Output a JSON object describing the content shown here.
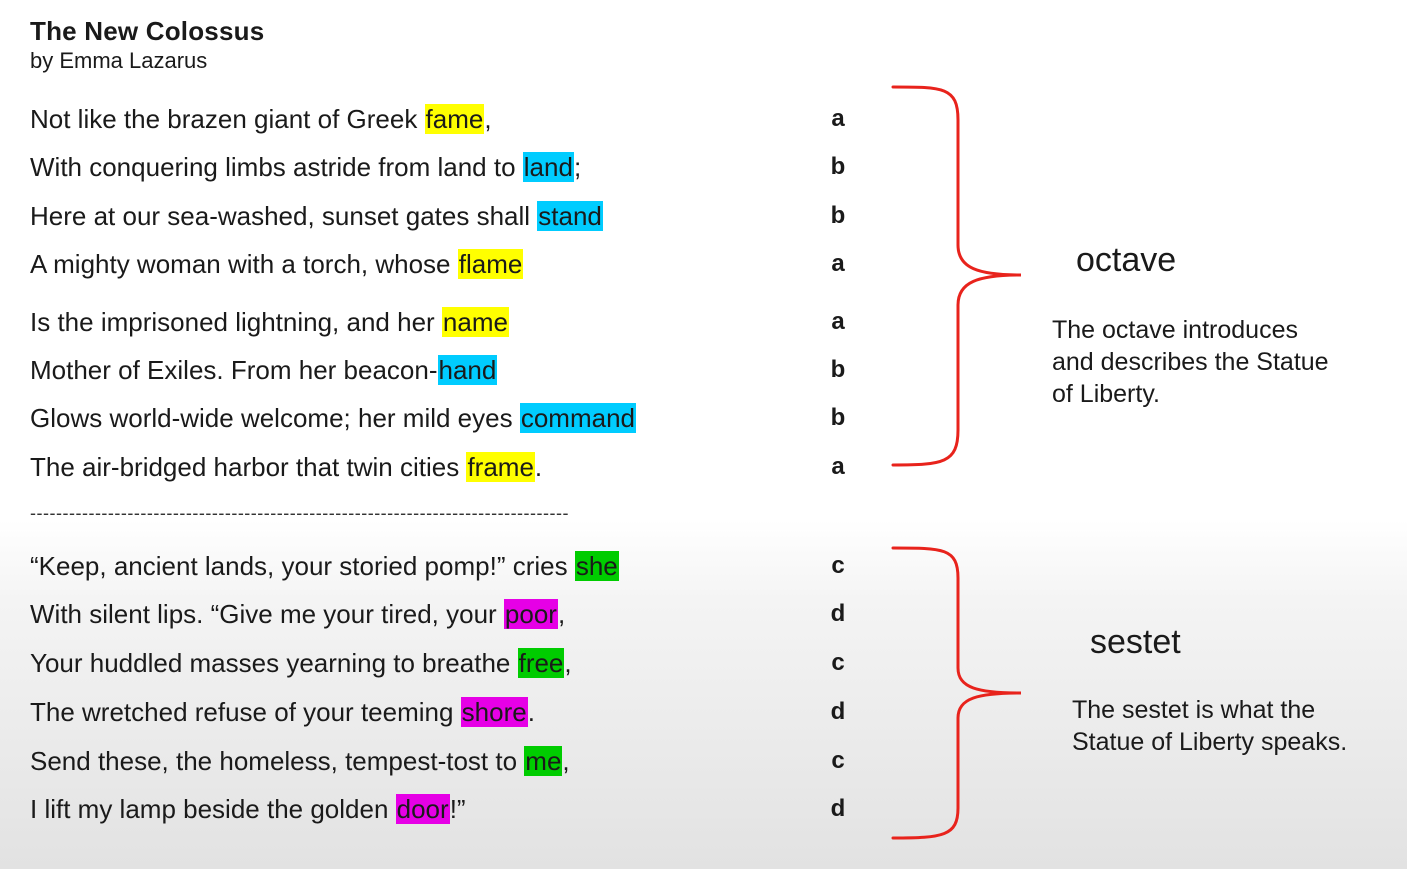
{
  "poem": {
    "title": "The New Colossus",
    "author": "by Emma Lazarus",
    "octave_lines": [
      {
        "before": "Not like the brazen giant of Greek ",
        "word": "fame",
        "after": ",",
        "rhyme": "a",
        "color": "yellow"
      },
      {
        "before": "With conquering limbs astride from land to ",
        "word": "land",
        "after": ";",
        "rhyme": "b",
        "color": "cyan"
      },
      {
        "before": "Here at our sea-washed, sunset gates shall ",
        "word": "stand",
        "after": "",
        "rhyme": "b",
        "color": "cyan"
      },
      {
        "before": "A mighty woman with a torch, whose ",
        "word": "flame",
        "after": "",
        "rhyme": "a",
        "color": "yellow"
      },
      {
        "before": "Is the imprisoned lightning, and her ",
        "word": "name",
        "after": "",
        "rhyme": "a",
        "color": "yellow"
      },
      {
        "before": "Mother of Exiles. From her beacon-",
        "word": "hand",
        "after": "",
        "rhyme": "b",
        "color": "cyan"
      },
      {
        "before": "Glows world-wide welcome; her mild eyes ",
        "word": "command",
        "after": "",
        "rhyme": "b",
        "color": "cyan"
      },
      {
        "before": "The air-bridged harbor that twin cities ",
        "word": "frame",
        "after": ".",
        "rhyme": "a",
        "color": "yellow"
      }
    ],
    "divider": "-----------------------------------------------------------------------------------",
    "sestet_lines": [
      {
        "before": "“Keep, ancient lands, your storied pomp!” cries ",
        "word": "she",
        "after": "",
        "rhyme": "c",
        "color": "green"
      },
      {
        "before": "With silent lips. “Give me your tired, your ",
        "word": "poor",
        "after": ",",
        "rhyme": "d",
        "color": "magenta"
      },
      {
        "before": "Your huddled masses yearning to breathe ",
        "word": "free",
        "after": ",",
        "rhyme": "c",
        "color": "green"
      },
      {
        "before": "The wretched refuse of your teeming ",
        "word": "shore",
        "after": ".",
        "rhyme": "d",
        "color": "magenta"
      },
      {
        "before": "Send these, the homeless, tempest-tost to ",
        "word": "me",
        "after": ",",
        "rhyme": "c",
        "color": "green"
      },
      {
        "before": "I lift my lamp beside the golden ",
        "word": "door",
        "after": "!”",
        "rhyme": "d",
        "color": "magenta"
      }
    ]
  },
  "annotations": {
    "octave": {
      "label": "octave",
      "description": "The octave introduces\nand describes the Statue\nof Liberty."
    },
    "sestet": {
      "label": "sestet",
      "description": "The sestet is what the\nStatue of Liberty speaks."
    }
  },
  "colors": {
    "yellow": "#ffff00",
    "cyan": "#00ccff",
    "green": "#00cc00",
    "magenta": "#e600e6",
    "brace": "#e8231c"
  }
}
